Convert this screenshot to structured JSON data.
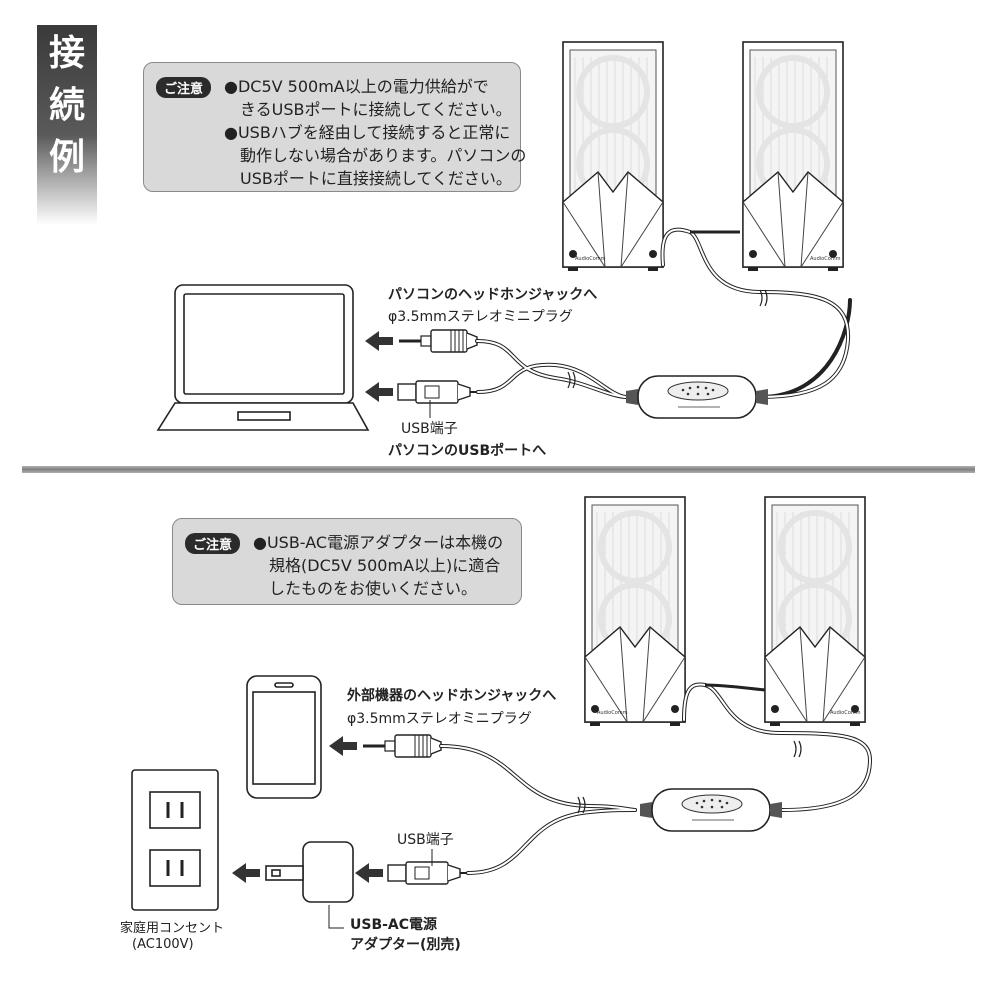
{
  "side_tab": [
    "接",
    "続",
    "例"
  ],
  "top": {
    "note_tag": "ご注意",
    "note_lines": [
      "●DC5V 500mA以上の電力供給がで",
      "きるUSBポートに接続してください。",
      "●USBハブを経由して接続すると正常に",
      "動作しない場合があります。パソコンの",
      "USBポートに直接接続してください。"
    ],
    "label_headphone": "パソコンのヘッドホンジャックへ",
    "label_plug": "φ3.5mmステレオミニプラグ",
    "label_usb": "USB端子",
    "label_usb_port": "パソコンのUSBポートへ"
  },
  "bottom": {
    "note_tag": "ご注意",
    "note_lines": [
      "●USB-AC電源アダプターは本機の",
      "規格(DC5V 500mA以上)に適合",
      "したものをお使いください。"
    ],
    "label_headphone": "外部機器のヘッドホンジャックへ",
    "label_plug": "φ3.5mmステレオミニプラグ",
    "label_usb": "USB端子",
    "label_adapter": [
      "USB-AC電源",
      "アダプター(別売)"
    ],
    "label_outlet": [
      "家庭用コンセント",
      "(AC100V)"
    ]
  },
  "speaker_logo": "AudioComm"
}
